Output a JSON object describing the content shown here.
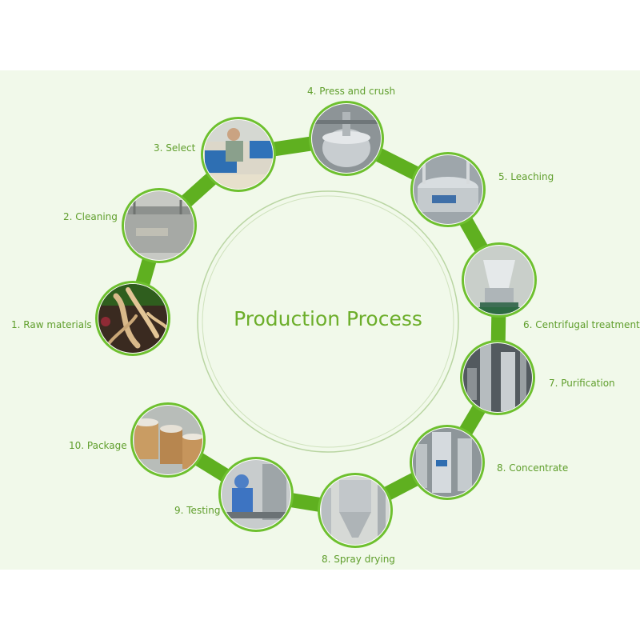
{
  "title": "Production Process",
  "colors": {
    "ring": "#5fb020",
    "label": "#5f9e2c",
    "background": "#f1f9ea",
    "node_border": "#6ec02f"
  },
  "steps": [
    {
      "label": "1. Raw materials",
      "icon": "ginseng-roots-photo"
    },
    {
      "label": "2. Cleaning",
      "icon": "washing-machine-photo"
    },
    {
      "label": "3. Select",
      "icon": "worker-sorting-photo"
    },
    {
      "label": "4. Press and crush",
      "icon": "steel-vessel-photo"
    },
    {
      "label": "5. Leaching",
      "icon": "extraction-tank-photo"
    },
    {
      "label": "6. Centrifugal treatment",
      "icon": "centrifuge-photo"
    },
    {
      "label": "7. Purification",
      "icon": "column-photo"
    },
    {
      "label": "8. Concentrate",
      "icon": "evaporator-photo"
    },
    {
      "label": "8. Spray drying",
      "icon": "spray-dryer-photo"
    },
    {
      "label": "9. Testing",
      "icon": "lab-technician-photo"
    },
    {
      "label": "10. Package",
      "icon": "fiber-drums-photo"
    }
  ]
}
